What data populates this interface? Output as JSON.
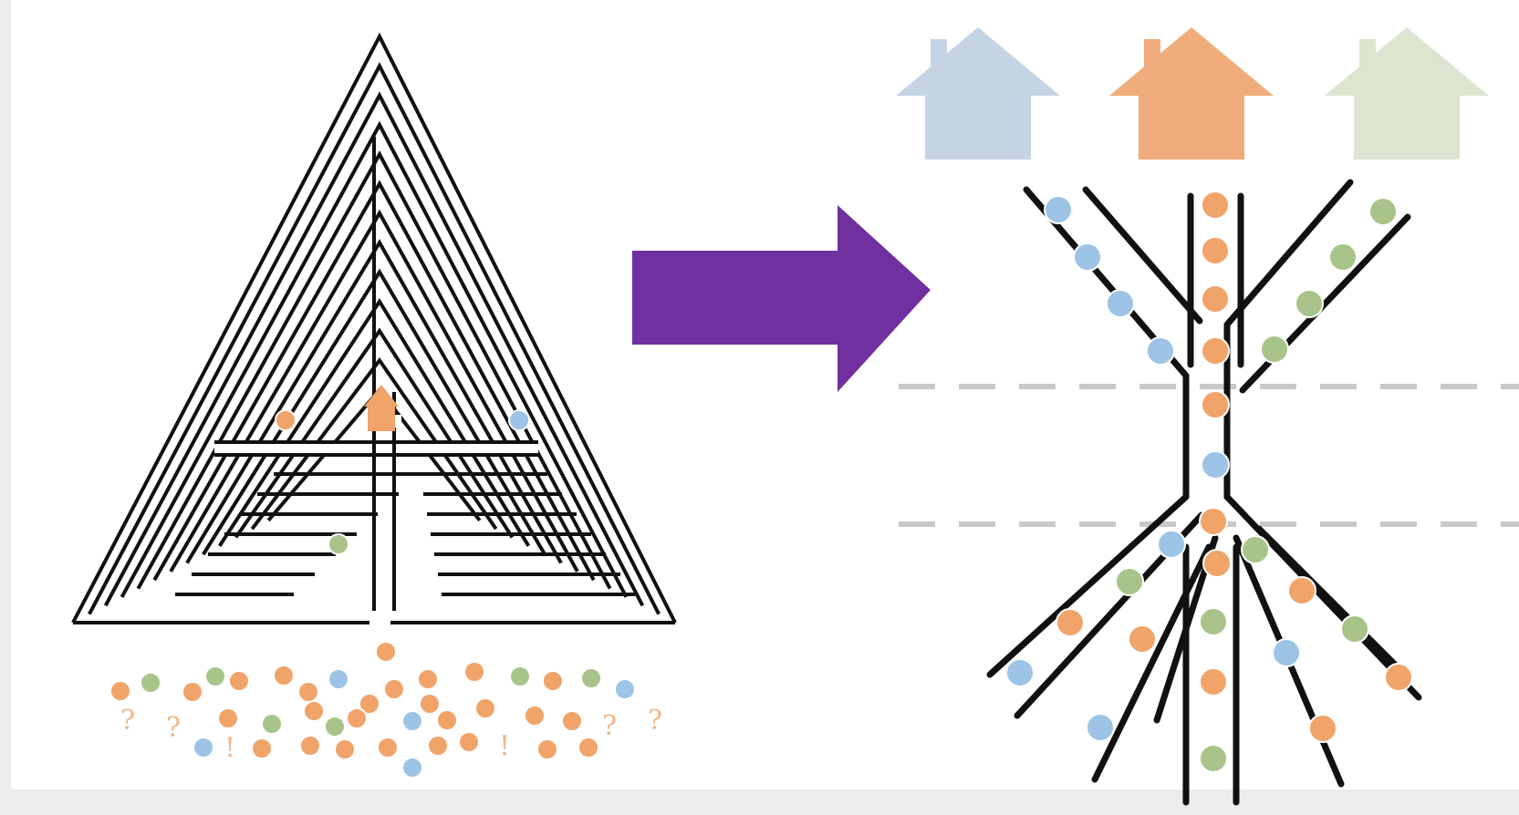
{
  "colors": {
    "maze_line": "#111111",
    "arrow": "#7030a0",
    "divider": "#c9c9c9",
    "blue": "#9dc3e6",
    "orange": "#f0a46a",
    "green": "#a9c48a",
    "house_blue": "#c5d4e4",
    "house_orange": "#f0ac7c",
    "house_green": "#dce5cf"
  },
  "maze_goal_icon": "house-icon",
  "confusion_marks": [
    "?",
    "?",
    "!",
    "!",
    "?",
    "?"
  ],
  "houses": [
    {
      "name": "blue-house",
      "color": "house_blue"
    },
    {
      "name": "orange-house",
      "color": "house_orange"
    },
    {
      "name": "green-house",
      "color": "house_green"
    }
  ],
  "arrow": {
    "direction": "right",
    "icon": "arrow-right-icon"
  }
}
